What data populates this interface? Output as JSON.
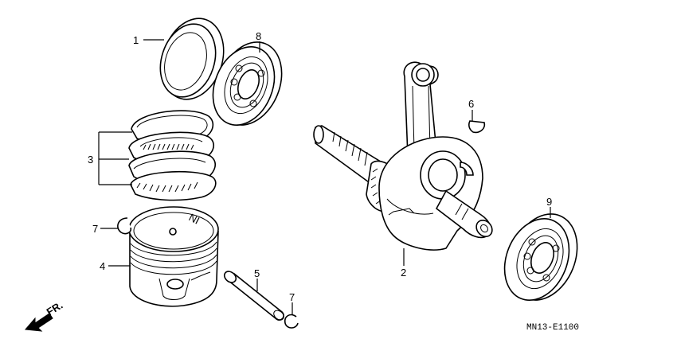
{
  "diagram": {
    "callouts": [
      {
        "id": "1",
        "label": "1"
      },
      {
        "id": "2",
        "label": "2"
      },
      {
        "id": "3",
        "label": "3"
      },
      {
        "id": "4",
        "label": "4"
      },
      {
        "id": "5",
        "label": "5"
      },
      {
        "id": "6",
        "label": "6"
      },
      {
        "id": "7a",
        "label": "7"
      },
      {
        "id": "7b",
        "label": "7"
      },
      {
        "id": "8",
        "label": "8"
      },
      {
        "id": "9",
        "label": "9"
      }
    ],
    "piston_mark": "NI",
    "direction_label": "FR.",
    "diagram_code": "MN13-E1100"
  }
}
